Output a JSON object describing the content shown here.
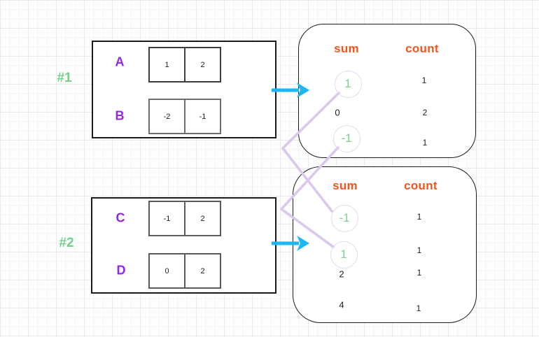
{
  "diagram_type": "pair-sum frequency tables",
  "colors": {
    "array_label": "#9326e2",
    "example_label": "#74d08a",
    "table_header": "#f4531c",
    "highlighted_sum": "#7cd28f",
    "arrow": "#1cb7f4",
    "connector_line": "#dac8ee",
    "circle_stroke": "#e8d6f5",
    "plain_text": "#1c1c1c"
  },
  "icons": {
    "arrow": "arrow-right-icon"
  },
  "examples": [
    {
      "id": "#1",
      "arrays": [
        {
          "name": "A",
          "values": [
            "1",
            "2"
          ]
        },
        {
          "name": "B",
          "values": [
            "-2",
            "-1"
          ]
        }
      ],
      "result_table": {
        "sum_header": "sum",
        "count_header": "count",
        "rows": [
          {
            "sum": "1",
            "count": "1",
            "circled": true
          },
          {
            "sum": "0",
            "count": "2",
            "circled": false
          },
          {
            "sum": "-1",
            "count": "1",
            "circled": true
          }
        ]
      }
    },
    {
      "id": "#2",
      "arrays": [
        {
          "name": "C",
          "values": [
            "-1",
            "2"
          ]
        },
        {
          "name": "D",
          "values": [
            "0",
            "2"
          ]
        }
      ],
      "result_table": {
        "sum_header": "sum",
        "count_header": "count",
        "rows": [
          {
            "sum": "-1",
            "count": "1",
            "circled": true
          },
          {
            "sum": "1",
            "count": "1",
            "circled": true
          },
          {
            "sum": "2",
            "count": "1",
            "circled": false
          },
          {
            "sum": "4",
            "count": "1",
            "circled": false
          }
        ]
      }
    }
  ],
  "connections": [
    {
      "from_example": "#1",
      "from_sum": "1",
      "to_example": "#2",
      "to_sum": "-1"
    },
    {
      "from_example": "#1",
      "from_sum": "-1",
      "to_example": "#2",
      "to_sum": "1"
    }
  ]
}
